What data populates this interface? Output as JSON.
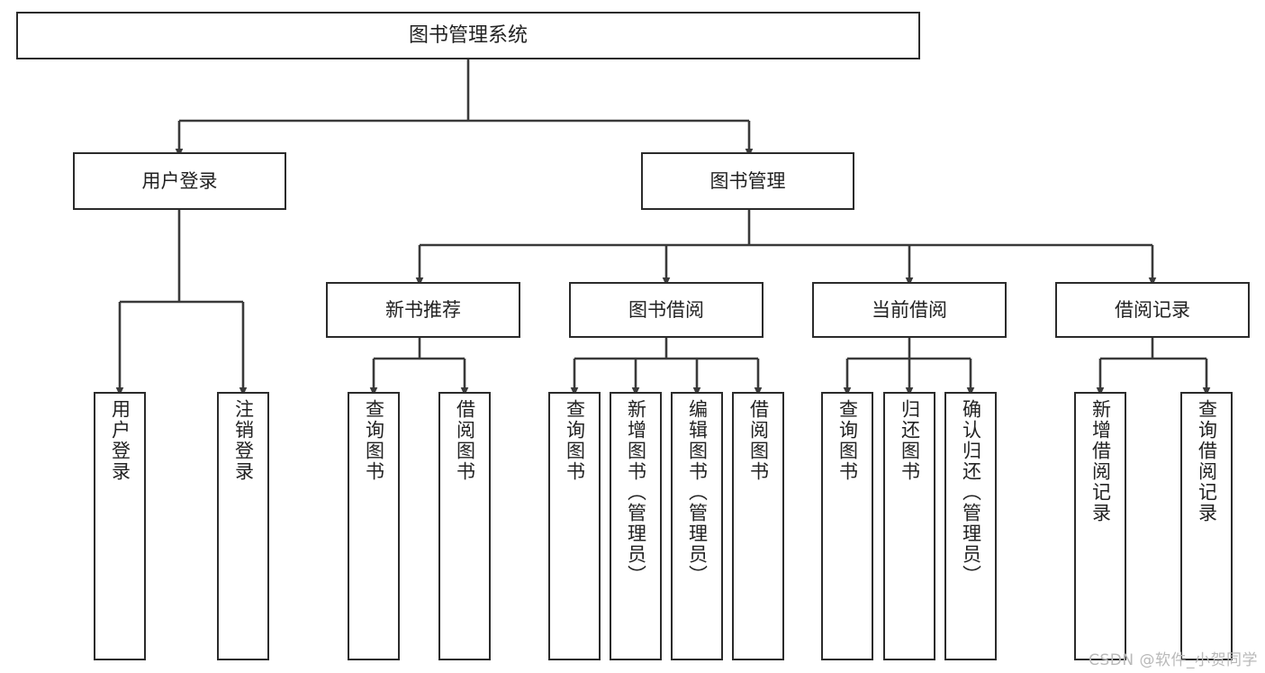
{
  "diagram": {
    "type": "tree-hierarchy-chart",
    "title": "图书管理系统",
    "orientation": "top-down",
    "box_fill": "#ffffff",
    "box_stroke": "#2b2b2b",
    "text_color": "#222222",
    "connector_color": "#3a3a3a"
  },
  "nodes": {
    "root": {
      "label": "图书管理系统",
      "level": 0
    },
    "level1": [
      {
        "label": "用户登录",
        "level": 1
      },
      {
        "label": "图书管理",
        "level": 1
      }
    ],
    "level2": [
      {
        "label": "新书推荐",
        "level": 2,
        "parent": "图书管理"
      },
      {
        "label": "图书借阅",
        "level": 2,
        "parent": "图书管理"
      },
      {
        "label": "当前借阅",
        "level": 2,
        "parent": "图书管理"
      },
      {
        "label": "借阅记录",
        "level": 2,
        "parent": "图书管理"
      }
    ],
    "leaves": [
      {
        "label": "用户登录",
        "parent": "用户登录"
      },
      {
        "label": "注销登录",
        "parent": "用户登录"
      },
      {
        "label": "查询图书",
        "parent": "新书推荐"
      },
      {
        "label": "借阅图书",
        "parent": "新书推荐"
      },
      {
        "label": "查询图书",
        "parent": "图书借阅"
      },
      {
        "label": "新增图书（管理员）",
        "parent": "图书借阅"
      },
      {
        "label": "编辑图书（管理员）",
        "parent": "图书借阅"
      },
      {
        "label": "借阅图书",
        "parent": "图书借阅"
      },
      {
        "label": "查询图书",
        "parent": "当前借阅"
      },
      {
        "label": "归还图书",
        "parent": "当前借阅"
      },
      {
        "label": "确认归还（管理员）",
        "parent": "当前借阅"
      },
      {
        "label": "新增借阅记录",
        "parent": "借阅记录"
      },
      {
        "label": "查询借阅记录",
        "parent": "借阅记录"
      }
    ]
  },
  "watermark": {
    "text": "CSDN @软件_小贺同学"
  }
}
